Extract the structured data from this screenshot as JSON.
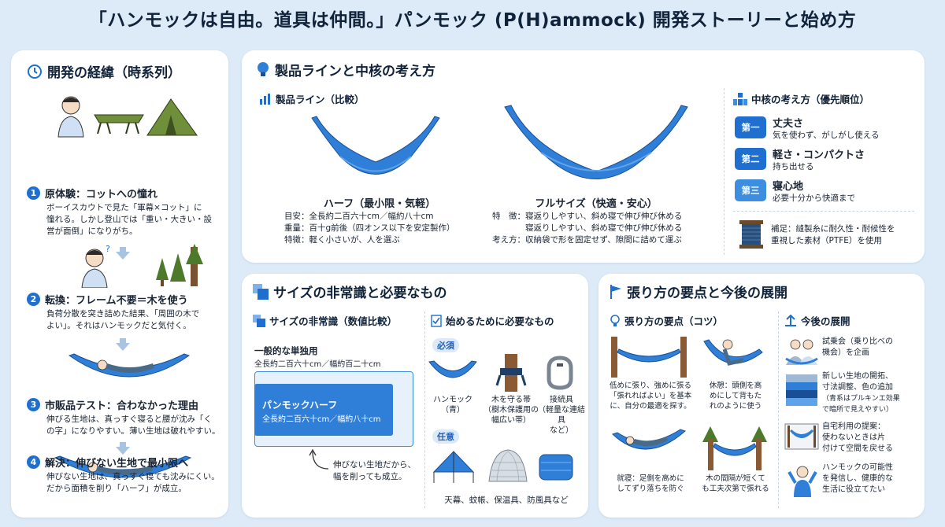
{
  "title": "「ハンモックは自由。道具は仲間。」パンモック (P(H)ammock) 開発ストーリーと始め方",
  "history": {
    "heading": "開発の経緯（時系列）",
    "steps": [
      {
        "num": "1",
        "title": "原体験：コットへの憧れ",
        "body": [
          "ボーイスカウトで見た「軍幕×コット」に",
          "憧れる。しかし登山では「重い・大きい・設",
          "営が面倒」になりがち。"
        ]
      },
      {
        "num": "2",
        "title": "転換：フレーム不要＝木を使う",
        "body": [
          "負荷分散を突き詰めた結果、「周囲の木で",
          "よい」。それはハンモックだと気付く。"
        ]
      },
      {
        "num": "3",
        "title": "市販品テスト：合わなかった理由",
        "body": [
          "伸びる生地は、真っすぐ寝ると腰が沈み「く",
          "の字」になりやすい。薄い生地は破れやすい。"
        ]
      },
      {
        "num": "4",
        "title": "解決：伸びない生地で最小限へ",
        "body": [
          "伸びない生地は、真っすぐ寝ても沈みにくい。",
          "だから面積を削り「ハーフ」が成立。"
        ]
      }
    ]
  },
  "products": {
    "heading": "製品ラインと中核の考え方",
    "compare_heading": "製品ライン（比較）",
    "half": {
      "name": "ハーフ（最小限・気軽）",
      "lines": [
        "目安：全長約二百六十cm／幅約八十cm",
        "重量：百十g前後（四オンス以下を安定製作）",
        "特徴：軽く小さいが、人を選ぶ"
      ]
    },
    "full": {
      "name": "フルサイズ（快適・安心）",
      "lines": [
        "特　徴：寝返りしやすい、斜め寝で伸び伸び休める",
        "　　　　寝返りしやすい、斜め寝で伸び伸び休める",
        "考え方：収納袋で形を固定せず、隙間に詰めて運ぶ"
      ]
    },
    "core_heading": "中核の考え方（優先順位）",
    "core": [
      {
        "badge": "第一",
        "title": "丈夫さ",
        "desc": "気を使わず、がしがし使える"
      },
      {
        "badge": "第二",
        "title": "軽さ・コンパクトさ",
        "desc": "持ち出せる"
      },
      {
        "badge": "第三",
        "title": "寝心地",
        "desc": "必要十分から快適まで"
      }
    ],
    "note": [
      "補足：縫製糸に耐久性・耐候性を",
      "重視した素材（PTFE）を使用"
    ]
  },
  "size": {
    "heading": "サイズの非常識と必要なもの",
    "compare_heading": "サイズの非常識（数値比較）",
    "general_label": "一般的な単独用",
    "general_size": "全長約二百六十cm／幅約百二十cm",
    "pm_label": "パンモックハーフ",
    "pm_size": "全長約二百六十cm／幅約八十cm",
    "caption": [
      "伸びない生地だから、",
      "幅を削っても成立。"
    ],
    "needs_heading": "始めるために必要なもの",
    "required_tag": "必須",
    "items": [
      {
        "label": [
          "ハンモック",
          "（青）"
        ]
      },
      {
        "label": [
          "木を守る帯",
          "（樹木保護用の",
          "幅広い帯）"
        ]
      },
      {
        "label": [
          "接続具",
          "（軽量な連結具",
          "など）"
        ]
      }
    ],
    "optional_tag": "任意",
    "optional_caption": "天幕、蚊帳、保温具、防風具など"
  },
  "pitch": {
    "heading": "張り方の要点と今後の展開",
    "tips_heading": "張り方の要点（コツ）",
    "tips": [
      {
        "lines": [
          "低めに張り、強めに張る",
          "「張れればよい」を基本",
          "に、自分の最適を探す。"
        ]
      },
      {
        "lines": [
          "休憩：頭側を高",
          "めにして背もた",
          "れのように使う"
        ]
      },
      {
        "lines": [
          "就寝：足側を高めに",
          "してずり落ちを防ぐ"
        ]
      },
      {
        "lines": [
          "木の間隔が短くて",
          "も工夫次第で張れる"
        ]
      }
    ],
    "future_heading": "今後の展開",
    "future": [
      {
        "lines": [
          "試乗会（乗り比べの",
          "機会）を企画"
        ]
      },
      {
        "lines": [
          "新しい生地の開拓、",
          "寸法調整、色の追加",
          "（青系はプルキンエ効果",
          "で暗所で見えやすい）"
        ]
      },
      {
        "lines": [
          "自宅利用の提案：",
          "使わないときは片",
          "付けて空間を戻せる"
        ]
      },
      {
        "lines": [
          "ハンモックの可能性",
          "を発信し、健康的な",
          "生活に役立てたい"
        ]
      }
    ]
  },
  "colors": {
    "accent": "#1f6fd1",
    "hammock": "#2f7fd8",
    "panel_bg": "#ffffff",
    "page_bg": "#dcebf7"
  }
}
